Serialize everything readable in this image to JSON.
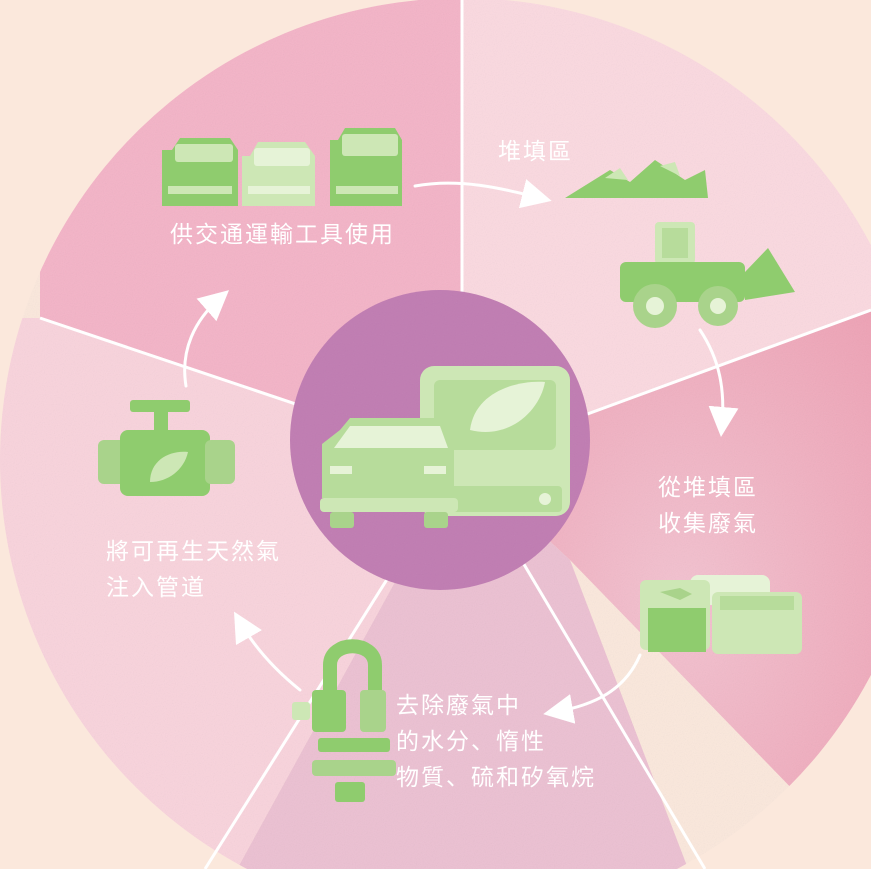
{
  "steps": [
    {
      "id": "landfill",
      "label": "堆填區"
    },
    {
      "id": "collect",
      "lines": [
        "從堆填區",
        "收集廢氣"
      ]
    },
    {
      "id": "purify",
      "lines": [
        "去除廢氣中",
        "的水分、惰性",
        "物質、硫和矽氧烷"
      ]
    },
    {
      "id": "inject",
      "lines": [
        "將可再生天然氣",
        "注入管道"
      ]
    },
    {
      "id": "transport",
      "label": "供交通運輸工具使用"
    }
  ],
  "colors": {
    "page_bg": "#fbe8dc",
    "center": "#c07cb2",
    "icon_green": "#8fcc6e",
    "icon_light": "#cde7b5",
    "label": "#ffffff"
  }
}
